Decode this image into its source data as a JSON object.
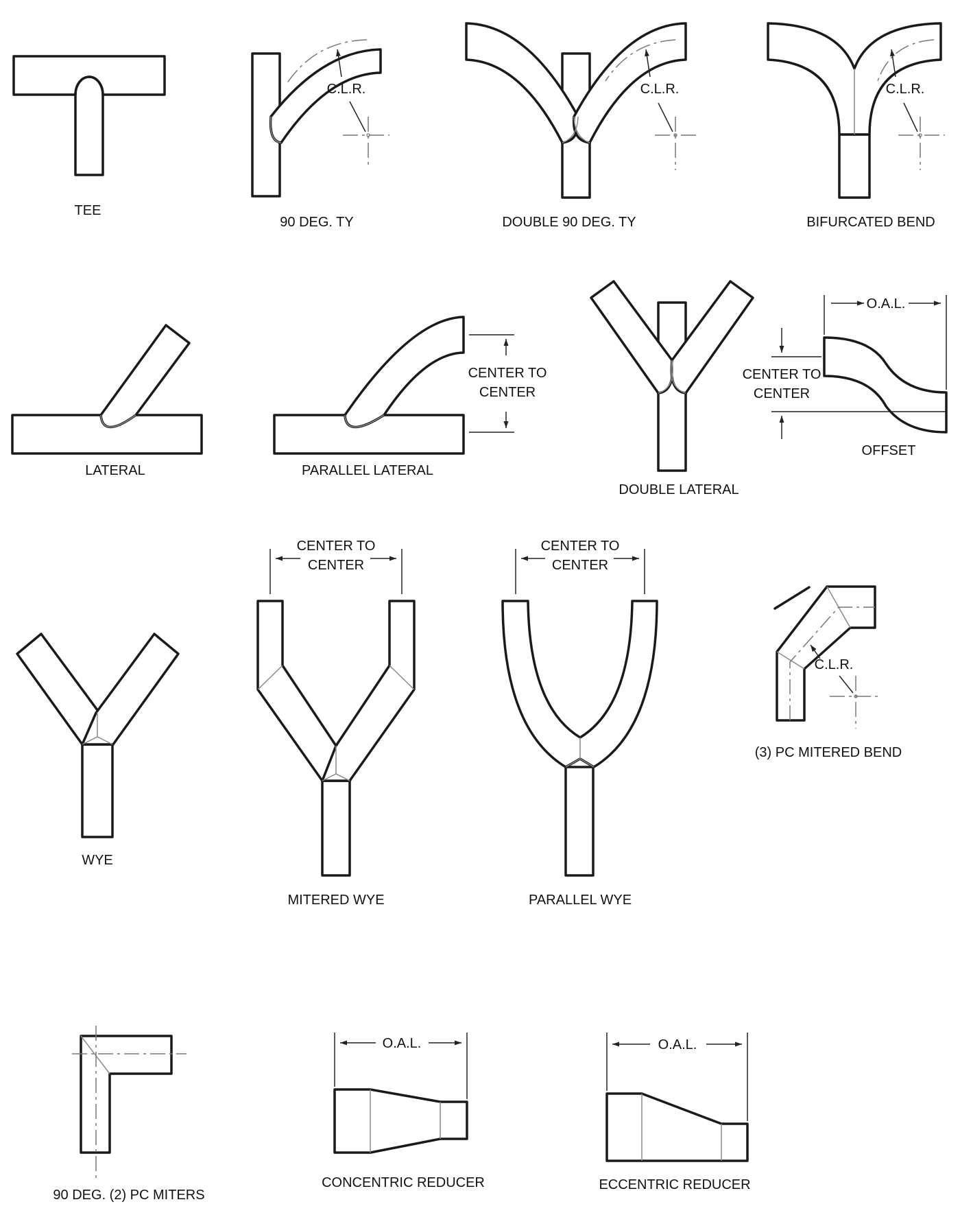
{
  "fittings": {
    "tee": "TEE",
    "ty_90": "90 DEG. TY",
    "double_ty_90": "DOUBLE 90 DEG. TY",
    "bifurcated_bend": "BIFURCATED BEND",
    "lateral": "LATERAL",
    "parallel_lateral": "PARALLEL LATERAL",
    "double_lateral": "DOUBLE LATERAL",
    "offset": "OFFSET",
    "wye": "WYE",
    "mitered_wye": "MITERED WYE",
    "parallel_wye": "PARALLEL WYE",
    "mitered_bend_3pc": "(3) PC MITERED BEND",
    "miters_90_2pc": "90 DEG. (2) PC MITERS",
    "concentric_reducer": "CONCENTRIC REDUCER",
    "eccentric_reducer": "ECCENTRIC REDUCER"
  },
  "dimensions": {
    "clr": "C.L.R.",
    "center_to": "CENTER TO",
    "center": "CENTER",
    "oal": "O.A.L."
  }
}
